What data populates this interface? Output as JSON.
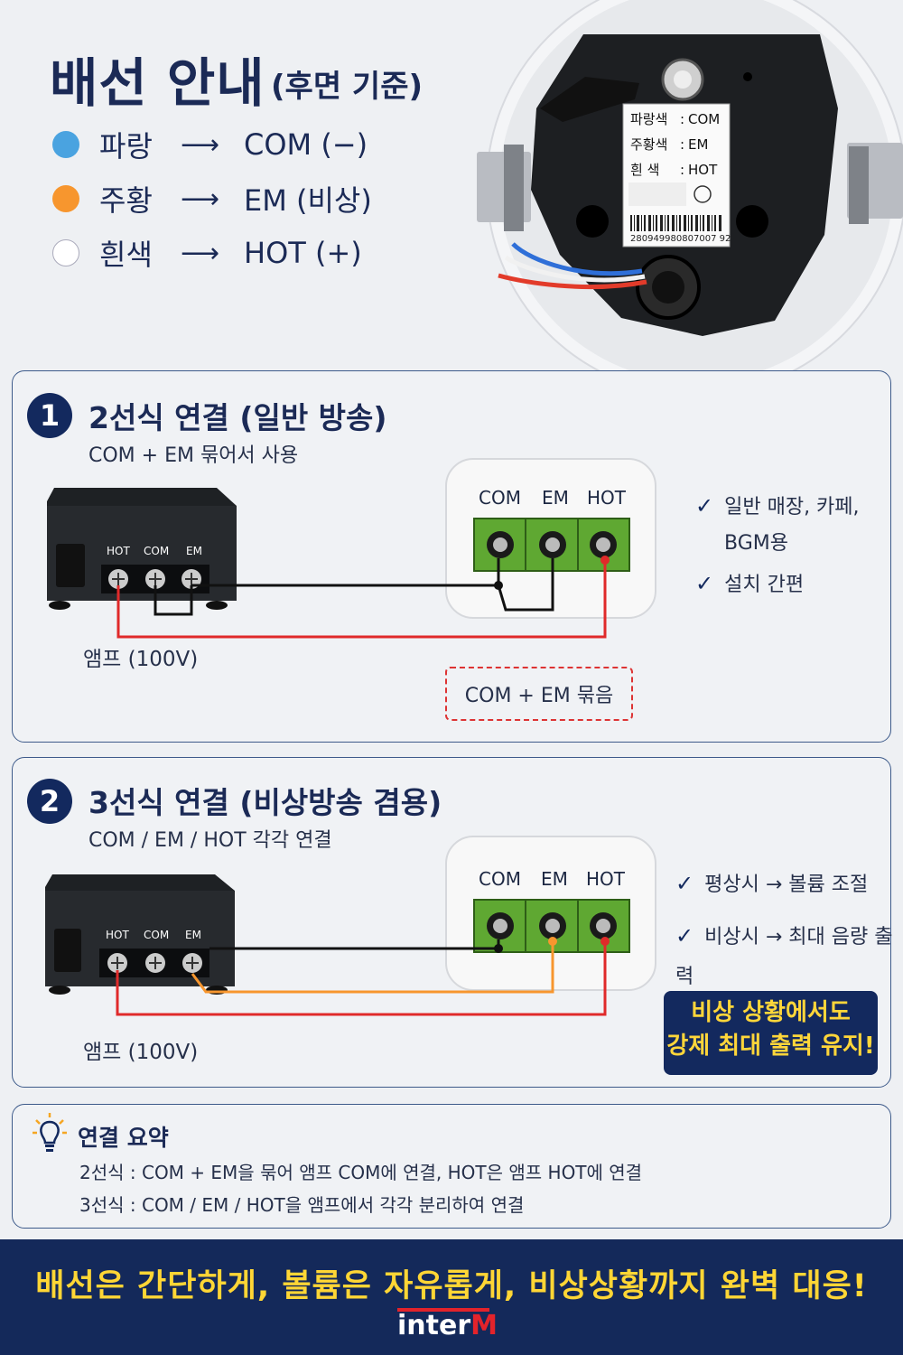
{
  "header": {
    "title": "배선 안내",
    "subtitle": "(후면 기준)",
    "legend": [
      {
        "color_name": "파랑",
        "target": "COM (−)",
        "dot_color": "#4aa3e0"
      },
      {
        "color_name": "주황",
        "target": "EM (비상)",
        "dot_color": "#f7962e"
      },
      {
        "color_name": "흰색",
        "target": "HOT (+)",
        "dot_color": "#ffffff"
      }
    ],
    "arrow": "⟶"
  },
  "speaker_label": {
    "rows": [
      {
        "key": "파랑색",
        "value": "COM"
      },
      {
        "key": "주황색",
        "value": "EM"
      },
      {
        "key": "흰  색",
        "value": "HOT"
      }
    ],
    "barcode_text": "280949980807007 92"
  },
  "section1": {
    "number": "1",
    "title": "2선식 연결 (일반 방송)",
    "subtitle": "COM + EM 묶어서 사용",
    "amp_terminals": [
      "HOT",
      "COM",
      "EM"
    ],
    "speaker_terminals": [
      "COM",
      "EM",
      "HOT"
    ],
    "amp_label": "앰프 (100V)",
    "checks": [
      "일반 매장, 카페,",
      "BGM용",
      "설치 간편"
    ],
    "tag": "COM + EM 묶음"
  },
  "section2": {
    "number": "2",
    "title": "3선식 연결 (비상방송 겸용)",
    "subtitle": "COM / EM / HOT 각각 연결",
    "amp_terminals": [
      "HOT",
      "COM",
      "EM"
    ],
    "speaker_terminals": [
      "COM",
      "EM",
      "HOT"
    ],
    "amp_label": "앰프 (100V)",
    "checks": [
      "평상시 → 볼륨 조절",
      "비상시 → 최대 음량 출력"
    ],
    "alert_line1": "비상 상황에서도",
    "alert_line2": "강제 최대 출력 유지!"
  },
  "summary": {
    "title": "연결 요약",
    "lines": [
      "2선식  :  COM + EM을 묶어 앰프 COM에 연결, HOT은 앰프 HOT에 연결",
      "3선식  :  COM / EM / HOT을 앰프에서 각각 분리하여 연결"
    ]
  },
  "footer": {
    "slogan": "배선은 간단하게, 볼륨은 자유롭게, 비상상황까지 완벽 대응!",
    "logo_main": "inter",
    "logo_accent": "M"
  },
  "colors": {
    "navy": "#13295e",
    "wire_black": "#111111",
    "wire_red": "#e02a2a",
    "wire_orange": "#f7962e",
    "terminal_green": "#5fa832",
    "slogan_yellow": "#ffd635"
  }
}
